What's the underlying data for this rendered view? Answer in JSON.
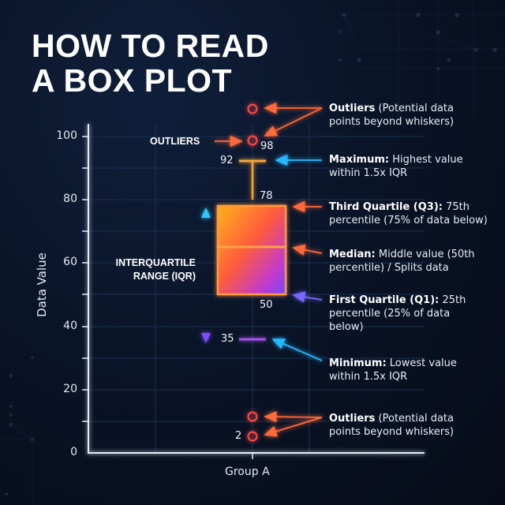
{
  "title": {
    "line1": "HOW TO READ",
    "line2": "A BOX PLOT"
  },
  "axes": {
    "ylabel": "Data Value",
    "xlabel": "Group A",
    "yticks": [
      "100",
      "80",
      "60",
      "40",
      "20",
      "0"
    ]
  },
  "values": {
    "outlier_high": "98",
    "max": "92",
    "q3": "78",
    "q1": "50",
    "min": "35",
    "outlier_low": "2"
  },
  "callouts": {
    "outliers_inline": "OUTLIERS",
    "iqr_line1": "INTERQUARTILE",
    "iqr_line2": "RANGE (IQR)"
  },
  "annotations": [
    {
      "term": "Outliers",
      "desc": " (Potential data points beyond whiskers)"
    },
    {
      "term": "Maximum:",
      "desc": " Highest value within 1.5x IQR"
    },
    {
      "term": "Third Quartile (Q3):",
      "desc": " 75th percentile (75% of data below)"
    },
    {
      "term": "Median:",
      "desc": " Middle value (50th percentile) / Splits data"
    },
    {
      "term": "First Quartile (Q1):",
      "desc": " 25th percentile (25% of data below)"
    },
    {
      "term": "Minimum:",
      "desc": " Lowest value within 1.5x IQR"
    },
    {
      "term": "Outliers",
      "desc": " (Potential data points beyond whiskers)"
    }
  ],
  "colors": {
    "background": "#0a1428",
    "axis": "#dfe9f5",
    "grid": "#1f3452",
    "whisker_top": "#f7a43a",
    "whisker_bottom": "#a452e8",
    "box_top": "#ffb020",
    "box_mid": "#ff5a3c",
    "box_bottom": "#8a3cf0",
    "outlier": "#ff4a4a",
    "arrow_orange": "#ff6a3a",
    "arrow_cyan": "#26b8ff",
    "arrow_violet": "#7a66ff"
  },
  "chart_data": {
    "type": "box",
    "title": "HOW TO READ A BOX PLOT",
    "xlabel": "Group A",
    "ylabel": "Data Value",
    "ylim": [
      0,
      100
    ],
    "yticks": [
      0,
      20,
      40,
      60,
      80,
      100
    ],
    "grid": true,
    "categories": [
      "Group A"
    ],
    "series": [
      {
        "name": "Group A",
        "min": 35,
        "q1": 50,
        "median": 65,
        "q3": 78,
        "max": 92,
        "outliers": [
          108,
          98,
          12,
          2
        ]
      }
    ],
    "annotations": [
      "Outliers (Potential data points beyond whiskers)",
      "Maximum: Highest value within 1.5x IQR",
      "Third Quartile (Q3): 75th percentile (75% of data below)",
      "Median: Middle value (50th percentile) / Splits data",
      "First Quartile (Q1): 25th percentile (25% of data below)",
      "Minimum: Lowest value within 1.5x IQR",
      "INTERQUARTILE RANGE (IQR)",
      "OUTLIERS"
    ]
  }
}
